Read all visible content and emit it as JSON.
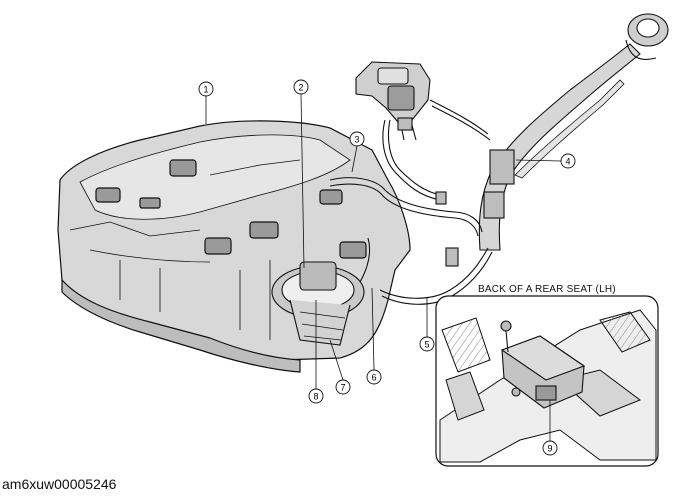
{
  "diagram": {
    "inset_title": "BACK OF A REAR SEAT (LH)",
    "image_id": "am6xuw00005246",
    "callouts": [
      "1",
      "2",
      "3",
      "4",
      "5",
      "6",
      "7",
      "8",
      "9"
    ]
  }
}
